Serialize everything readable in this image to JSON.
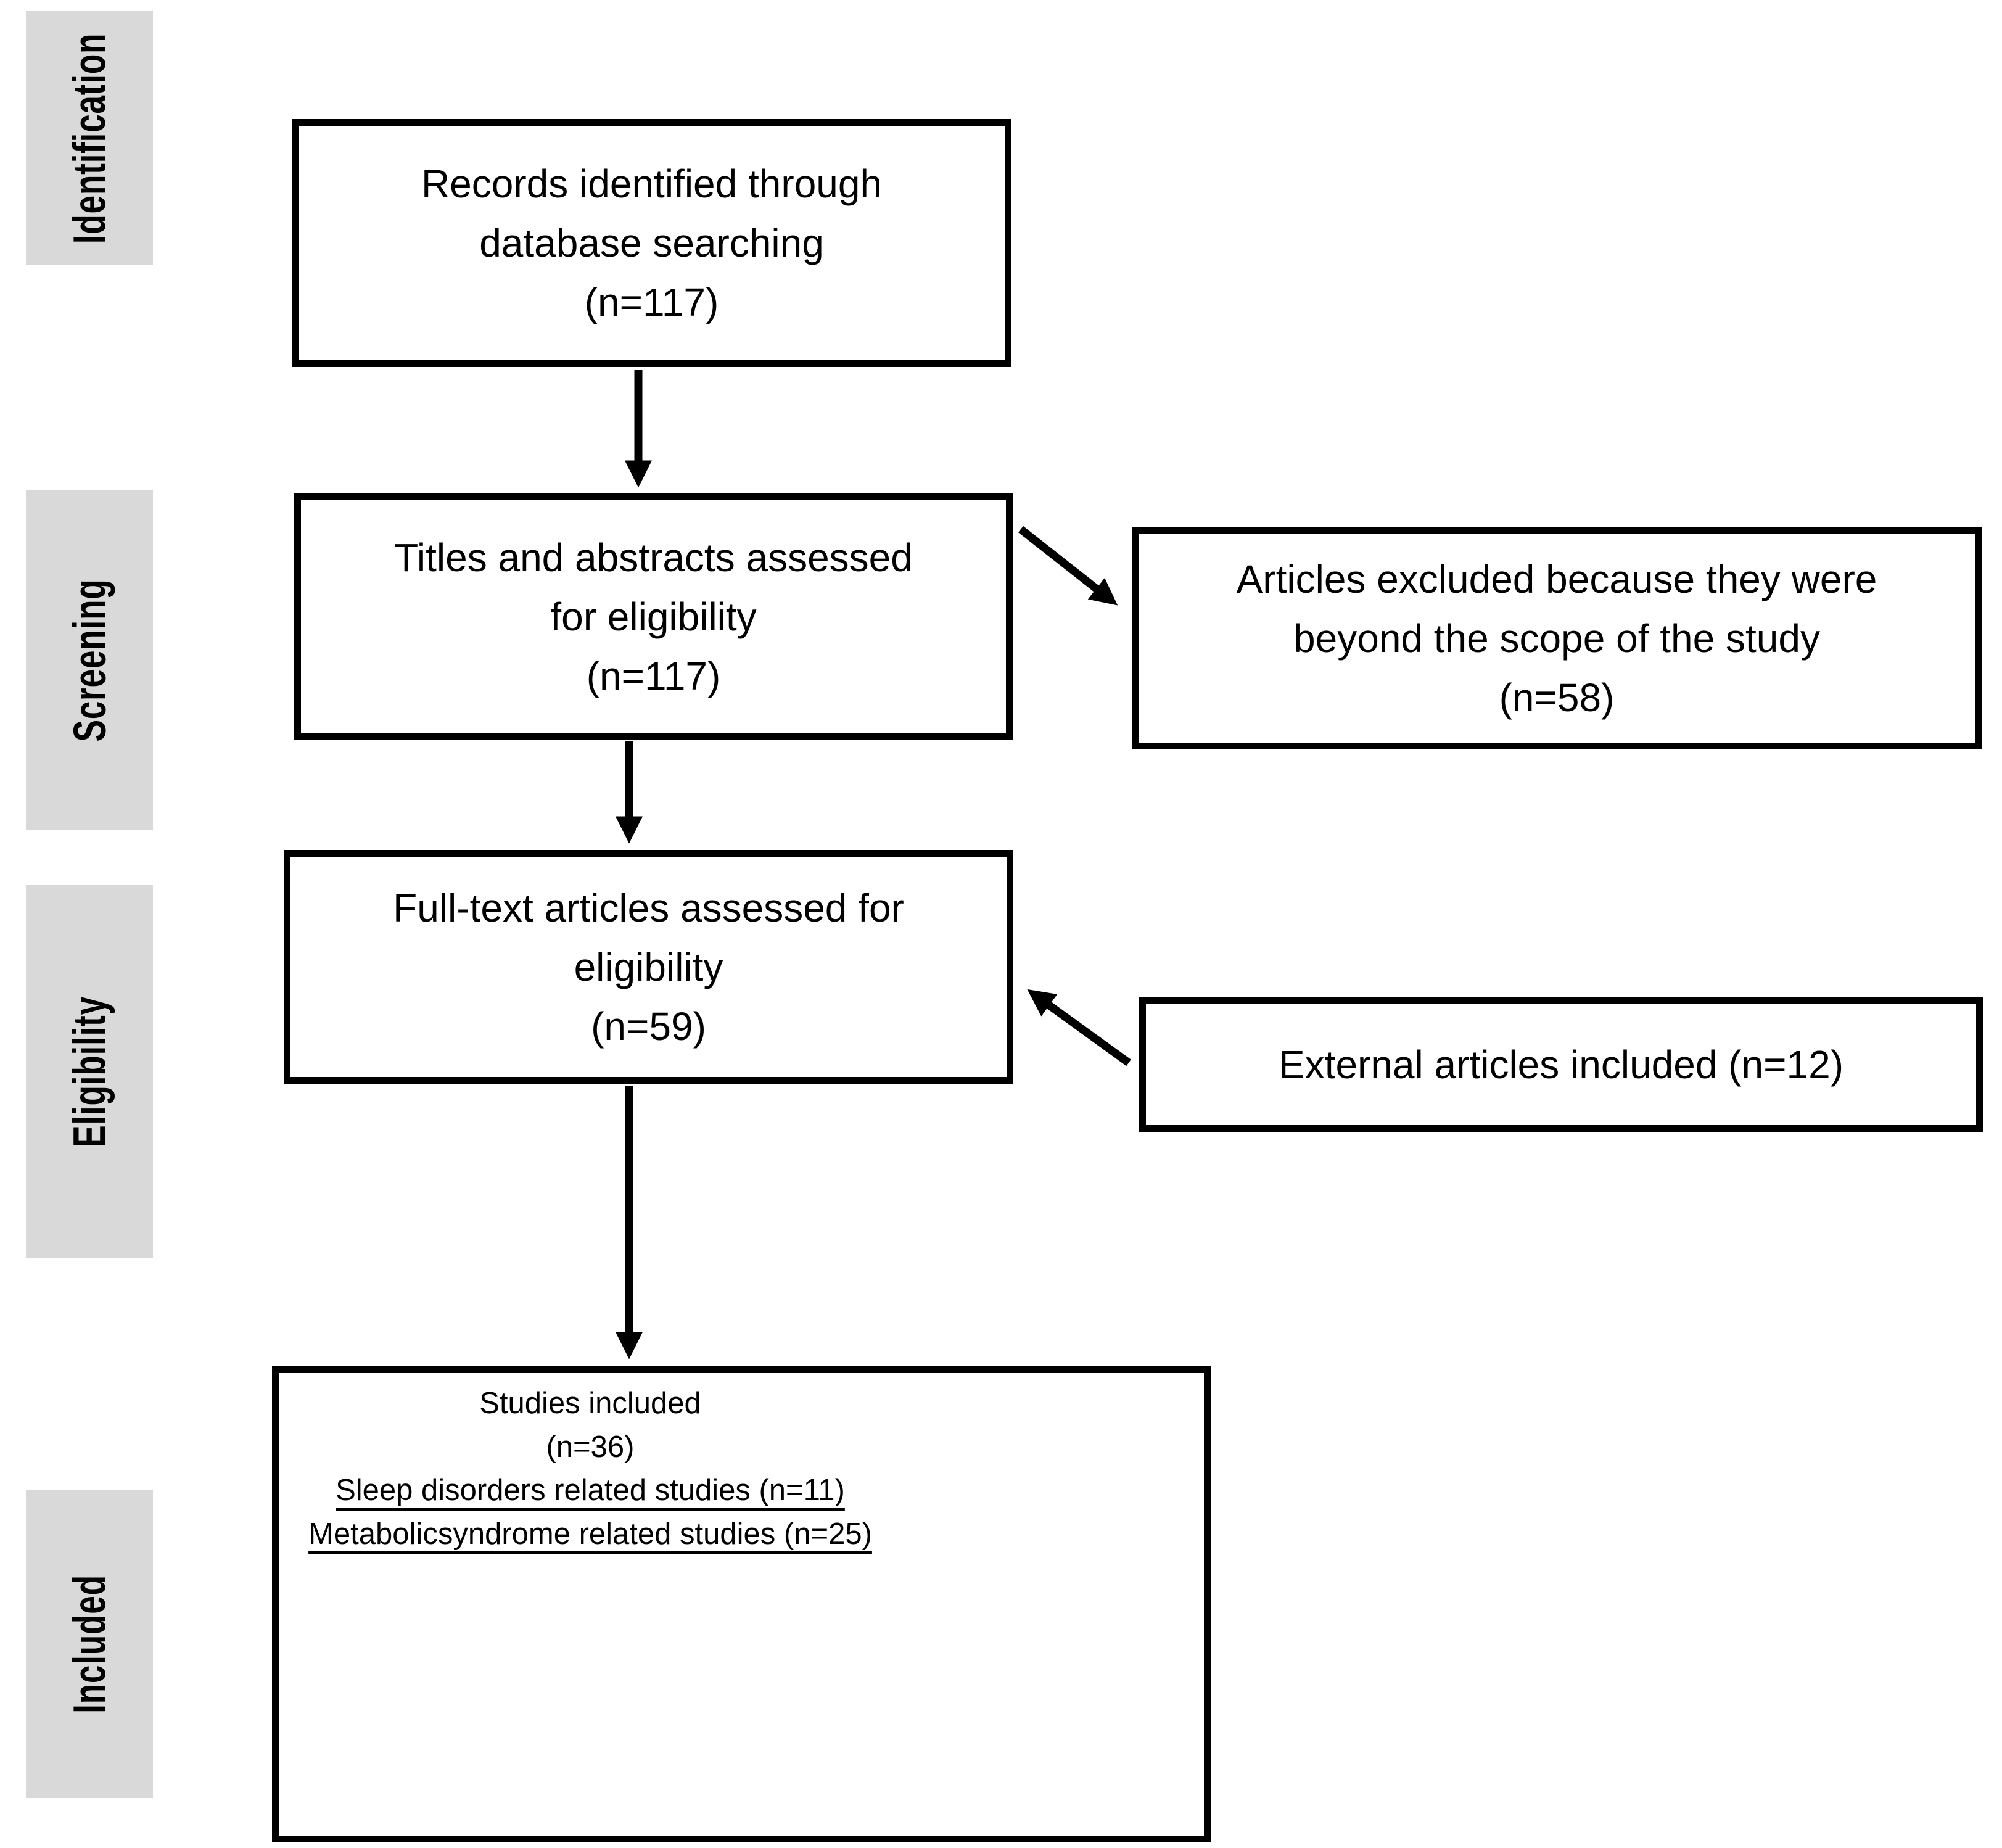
{
  "colors": {
    "label_bg": "#d9d9d9",
    "ink": "#000000",
    "box_bg": "#ffffff"
  },
  "stages": [
    {
      "id": "identification",
      "label": "Identification"
    },
    {
      "id": "screening",
      "label": "Screening"
    },
    {
      "id": "eligibility",
      "label": "Eligibility"
    },
    {
      "id": "included",
      "label": "Included"
    }
  ],
  "boxes": {
    "records": {
      "lines": [
        "Records identified through",
        "database searching",
        "(n=117)"
      ]
    },
    "titles": {
      "lines": [
        "Titles and abstracts assessed",
        "for eligibility",
        "(n=117)"
      ]
    },
    "excluded": {
      "lines": [
        "Articles excluded because they were",
        "beyond the scope of the study",
        "(n=58)"
      ]
    },
    "fulltext": {
      "lines": [
        "Full-text articles assessed for",
        "eligibility",
        "(n=59)"
      ]
    },
    "external": {
      "lines": [
        "External articles included (n=12)"
      ]
    },
    "included": {
      "lines": [
        "Studies included",
        "(n=36)"
      ],
      "underlined_lines": [
        "Sleep disorders related studies (n=11)",
        "Metabolicsyndrome related studies (n=25)"
      ]
    }
  }
}
